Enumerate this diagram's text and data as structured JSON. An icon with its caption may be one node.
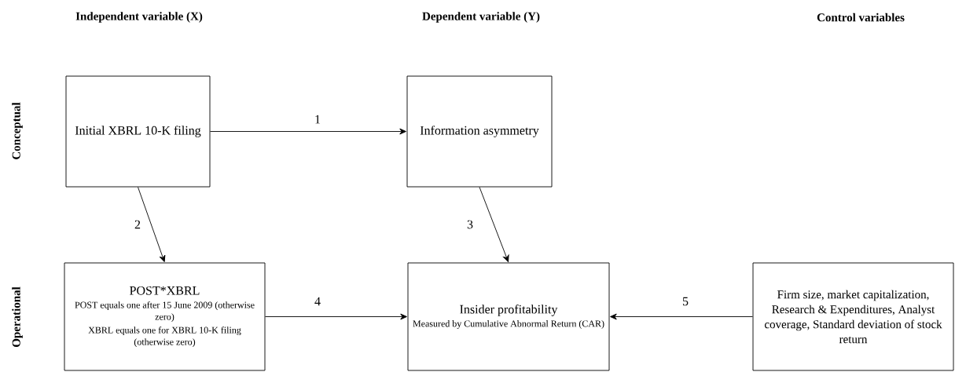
{
  "diagram": {
    "nodes": [
      {
        "text": [
          "Initial XBRL 10-K filing"
        ]
      },
      {
        "text": [
          "Information asymmetry"
        ]
      },
      {
        "text": [
          "POST*XBRL",
          "POST equals one after 15 June 2009 (otherwise zero)",
          "XBRL equals one for XBRL 10-K filing (otherwise zero)"
        ]
      },
      {
        "text": [
          "Insider profitability",
          "Measured by Cumulative Abnormal Return (CAR)"
        ]
      },
      {
        "text": [
          "Firm size, market capitalization, Research & Expenditures, Analyst coverage, Standard deviation of stock return"
        ]
      }
    ],
    "edges": [
      {
        "from": 0,
        "to": 1,
        "arrow": "to",
        "label": "1"
      },
      {
        "from": 0,
        "to": 2,
        "arrow": "to",
        "label": "2"
      },
      {
        "from": 1,
        "to": 3,
        "arrow": "to",
        "label": "3"
      },
      {
        "from": 2,
        "to": 3,
        "arrow": "to",
        "label": "4"
      },
      {
        "from": 4,
        "to": 3,
        "arrow": "to",
        "label": "5"
      }
    ],
    "labels": [
      "Independent variable (X)",
      "Dependent variable (Y)",
      "Control variables",
      "Conceptual",
      "Operational"
    ]
  }
}
